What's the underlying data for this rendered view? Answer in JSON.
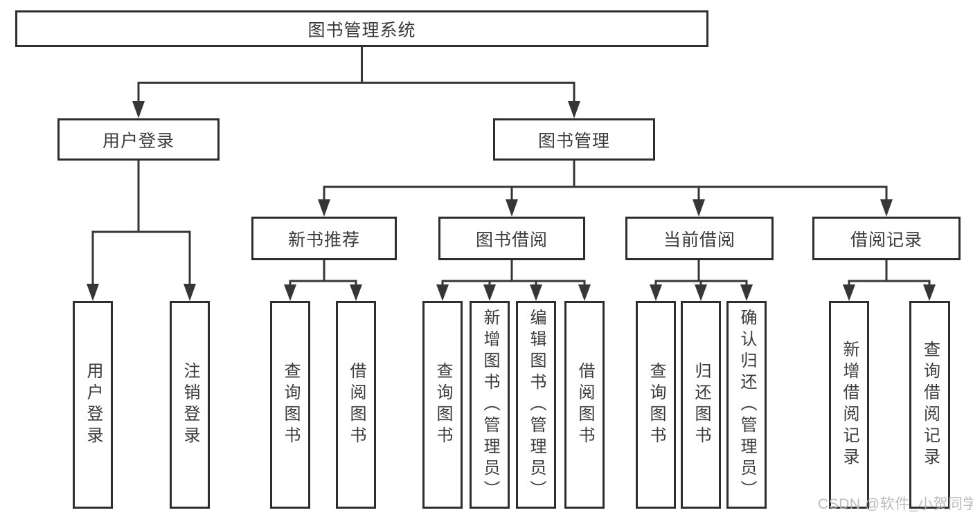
{
  "diagram": {
    "type": "tree",
    "title": "图书管理系统",
    "watermark": "CSDN @软件_小贺同学",
    "colors": {
      "background": "#ffffff",
      "box_border": "#2e2e2e",
      "connector_line": "#363636",
      "text": "#3a3a3a",
      "watermark": "#b5b5b5"
    },
    "tree": {
      "label": "图书管理系统",
      "children": [
        {
          "label": "用户登录",
          "children": [
            {
              "label": "用户登录"
            },
            {
              "label": "注销登录"
            }
          ]
        },
        {
          "label": "图书管理",
          "children": [
            {
              "label": "新书推荐",
              "children": [
                {
                  "label": "查询图书"
                },
                {
                  "label": "借阅图书"
                }
              ]
            },
            {
              "label": "图书借阅",
              "children": [
                {
                  "label": "查询图书"
                },
                {
                  "label": "新增图书（管理员）"
                },
                {
                  "label": "编辑图书（管理员）"
                },
                {
                  "label": "借阅图书"
                }
              ]
            },
            {
              "label": "当前借阅",
              "children": [
                {
                  "label": "查询图书"
                },
                {
                  "label": "归还图书"
                },
                {
                  "label": "确认归还（管理员）"
                }
              ]
            },
            {
              "label": "借阅记录",
              "children": [
                {
                  "label": "新增借阅记录"
                },
                {
                  "label": "查询借阅记录"
                }
              ]
            }
          ]
        }
      ]
    }
  }
}
